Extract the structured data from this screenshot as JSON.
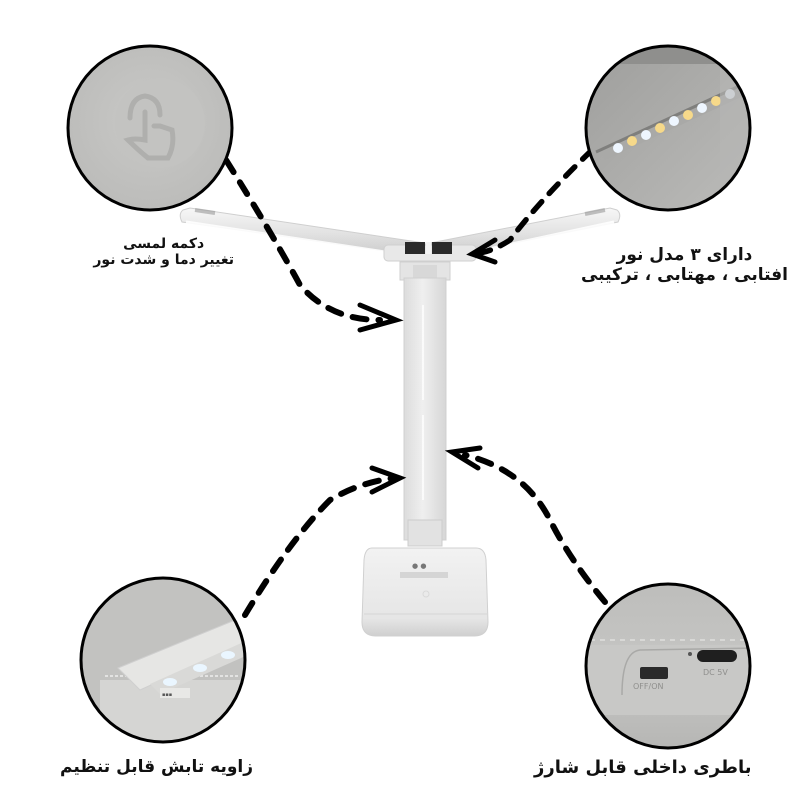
{
  "product": {
    "type": "foldable dual-arm LED desk lamp",
    "body_color": "#ececec",
    "outline_color": "#000000"
  },
  "callouts": [
    {
      "id": "touch-button",
      "position": "top-left",
      "lines": [
        "دکمه لمسی",
        "تغییر دما و شدت نور"
      ],
      "zoom_content": "touch-hand-icon"
    },
    {
      "id": "light-modes",
      "position": "top-right",
      "lines": [
        "دارای ۳ مدل نور",
        "افتابی ، مهتابی ، ترکیبی"
      ],
      "zoom_content": "led-strip-warm-cool"
    },
    {
      "id": "adjustable-angle",
      "position": "bottom-left",
      "lines": [
        "زاویه تابش قابل تنظیم"
      ],
      "zoom_content": "hinge-with-leds"
    },
    {
      "id": "rechargeable-battery",
      "position": "bottom-right",
      "lines": [
        "باطری داخلی قابل شارژ"
      ],
      "zoom_content": "ports-panel"
    }
  ],
  "port_labels": {
    "switch": "OFF/ON",
    "power": "DC 5V"
  },
  "led_colors": {
    "warm": "#f6d98a",
    "cool": "#e8f4ff"
  }
}
